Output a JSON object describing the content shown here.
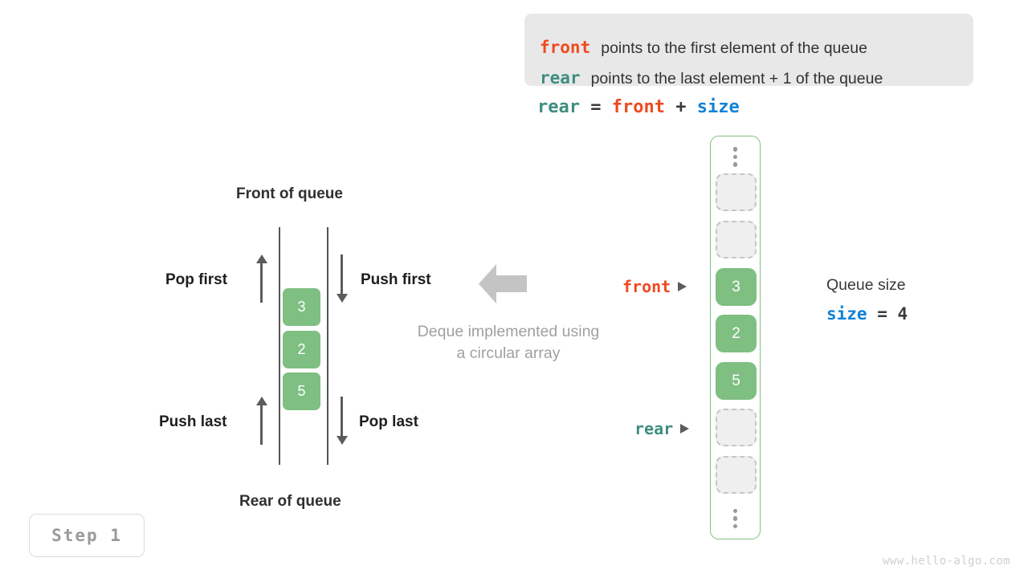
{
  "legend": {
    "rows": [
      {
        "key": "front",
        "key_color": "#ee4a1f",
        "text": "points to the first element of the queue"
      },
      {
        "key": "rear",
        "key_color": "#3e8d7f",
        "text": "points to the last element + 1 of the queue"
      }
    ]
  },
  "equation": {
    "lhs": "rear",
    "eq": " = ",
    "term1": "front",
    "plus": " + ",
    "term2": "size"
  },
  "deque": {
    "front_label": "Front of queue",
    "rear_label": "Rear of queue",
    "pop_first": "Pop first",
    "push_first": "Push first",
    "push_last": "Push last",
    "pop_last": "Pop last",
    "caption": "Deque implemented using\na circular array",
    "cells": [
      "3",
      "2",
      "5"
    ],
    "cell_color": "#7fbf82"
  },
  "array": {
    "container_color": "#7fbf82",
    "top_ellipsis": "vertical-dots",
    "bottom_ellipsis": "vertical-dots",
    "cells": [
      {
        "value": "",
        "state": "empty"
      },
      {
        "value": "",
        "state": "empty"
      },
      {
        "value": "3",
        "state": "filled"
      },
      {
        "value": "2",
        "state": "filled"
      },
      {
        "value": "5",
        "state": "filled"
      },
      {
        "value": "",
        "state": "empty"
      },
      {
        "value": "",
        "state": "empty"
      }
    ],
    "pointers": [
      {
        "label": "front",
        "color": "#ee4a1f",
        "target_index": 2
      },
      {
        "label": "rear",
        "color": "#3e8d7f",
        "target_index": 5
      }
    ]
  },
  "queue_size": {
    "title": "Queue size",
    "var": "size",
    "eq": " = ",
    "value": "4"
  },
  "step": {
    "label": "Step 1"
  },
  "watermark": {
    "text": "www.hello-algo.com"
  }
}
